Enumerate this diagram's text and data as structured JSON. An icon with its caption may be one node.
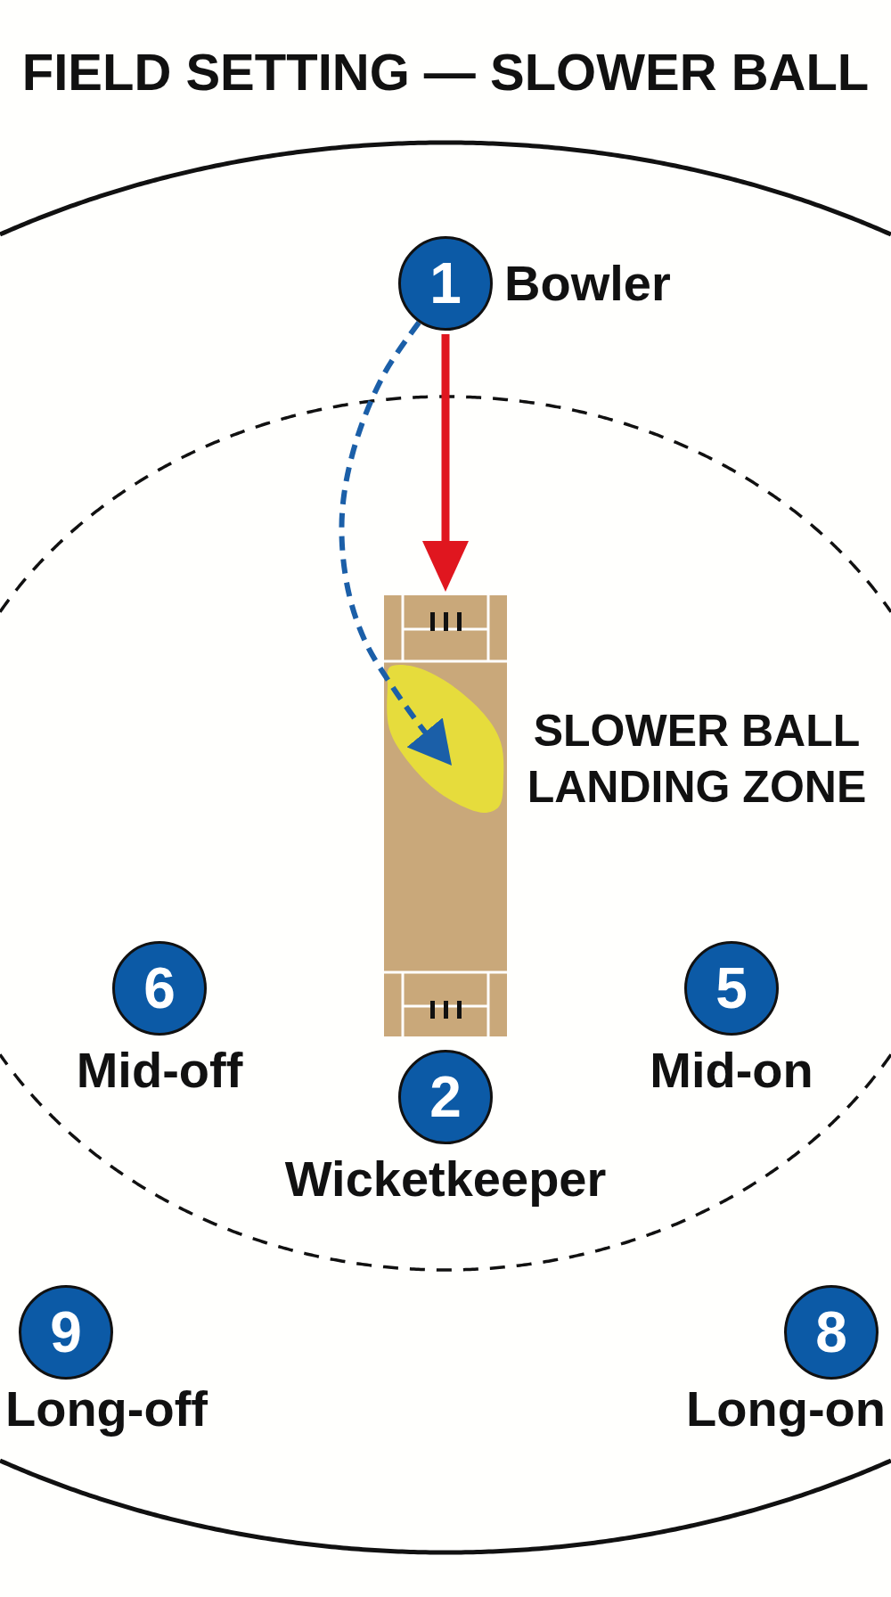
{
  "diagram": {
    "title": "FIELD SETTING — SLOWER BALL",
    "nodes": [
      {
        "text": [
          "1"
        ],
        "beside": [
          "Bowler"
        ]
      },
      {
        "text": [],
        "shape": "box"
      },
      {
        "text": [],
        "shape": "ellipse",
        "in": 1,
        "beside": [
          "SLOWER BALL LANDING ZONE"
        ]
      },
      {
        "text": [
          "6"
        ],
        "beside": [
          "Mid-off"
        ]
      },
      {
        "text": [
          "5"
        ],
        "beside": [
          "Mid-on"
        ]
      },
      {
        "text": [
          "2"
        ],
        "beside": [
          "Wicketkeeper"
        ]
      },
      {
        "text": [
          "9"
        ],
        "beside": [
          "Long-off"
        ]
      },
      {
        "text": [
          "8"
        ],
        "beside": [
          "Long-on"
        ]
      }
    ],
    "edges": [
      {
        "from": 0,
        "to": 1,
        "arrow": "to",
        "color": "#e0161f"
      },
      {
        "from": 0,
        "to": 2,
        "arrow": "to",
        "style": "dashed",
        "color": "#1b5fa8"
      }
    ]
  }
}
